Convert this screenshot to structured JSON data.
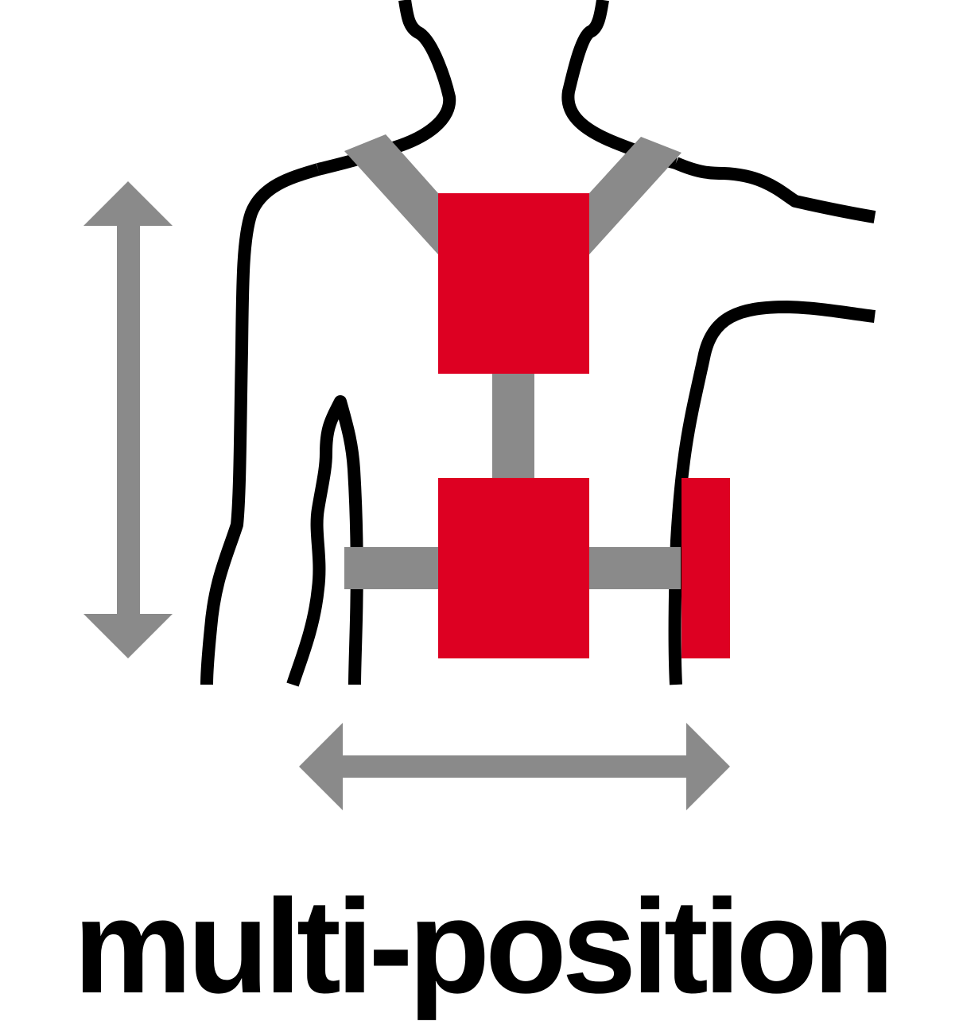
{
  "caption": "multi-position",
  "colors": {
    "pouch": "#dd0022",
    "strap": "#8a8a8a",
    "arrow": "#8a8a8a",
    "outline": "#000000",
    "background": "#ffffff"
  },
  "icons": {
    "vertical_arrow": "double-headed-vertical-arrow",
    "horizontal_arrow": "double-headed-horizontal-arrow"
  }
}
